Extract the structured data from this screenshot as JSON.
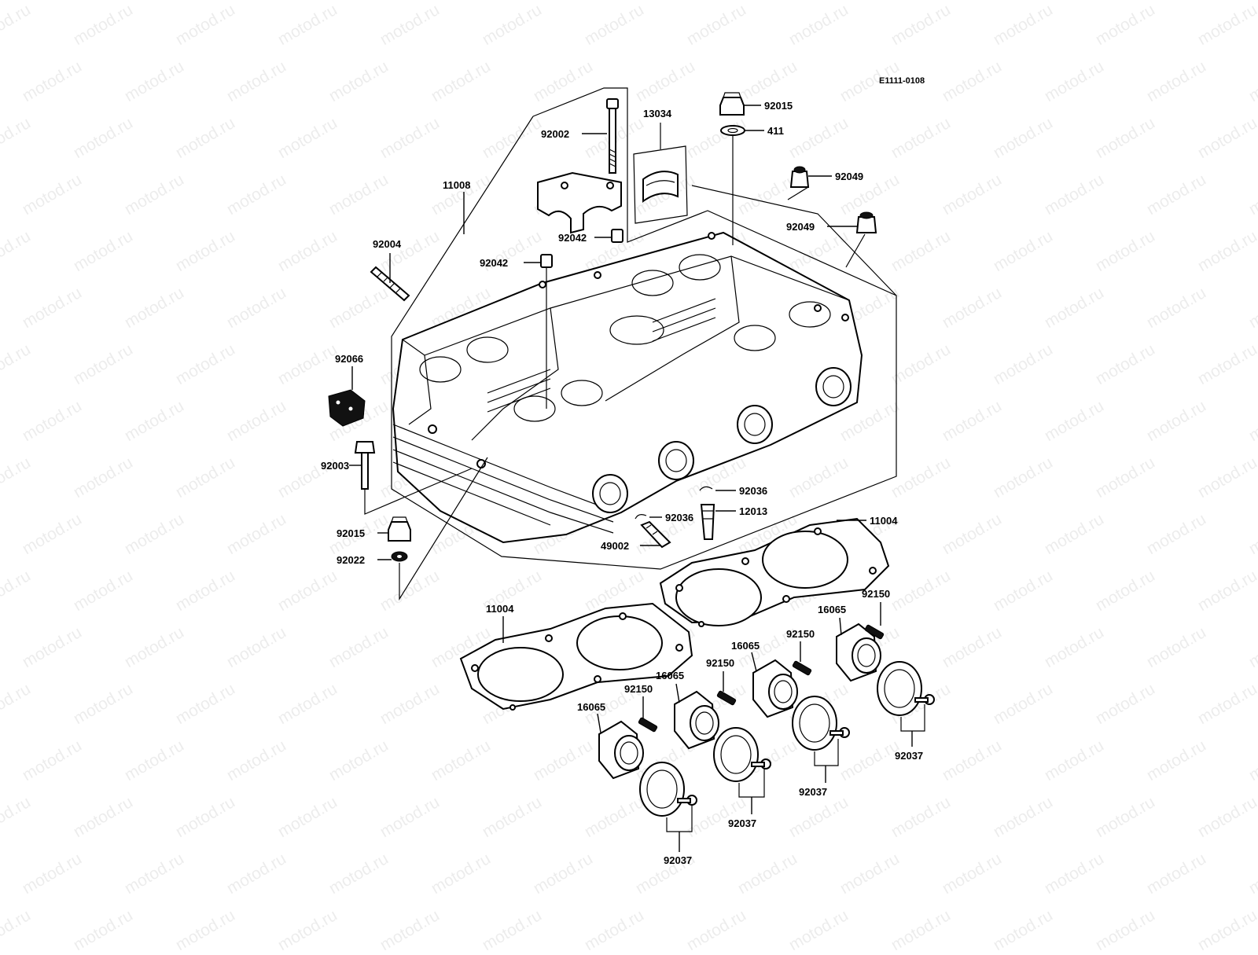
{
  "watermark": {
    "text": "motod.ru"
  },
  "diagram_ref": "E1111-0108",
  "labels": {
    "p92015_top": "92015",
    "p411": "411",
    "p13034": "13034",
    "p92002": "92002",
    "p92049_a": "92049",
    "p92049_b": "92049",
    "p11008": "11008",
    "p92042_a": "92042",
    "p92042_b": "92042",
    "p92004": "92004",
    "p92066": "92066",
    "p92003": "92003",
    "p92015_bottom": "92015",
    "p92022": "92022",
    "p92036_a": "92036",
    "p92036_b": "92036",
    "p12013": "12013",
    "p49002": "49002",
    "p11004_a": "11004",
    "p11004_b": "11004",
    "p92150_1": "92150",
    "p92150_2": "92150",
    "p92150_3": "92150",
    "p92150_4": "92150",
    "p16065_1": "16065",
    "p16065_2": "16065",
    "p16065_3": "16065",
    "p16065_4": "16065",
    "p92037_1": "92037",
    "p92037_2": "92037",
    "p92037_3": "92037",
    "p92037_4": "92037"
  }
}
